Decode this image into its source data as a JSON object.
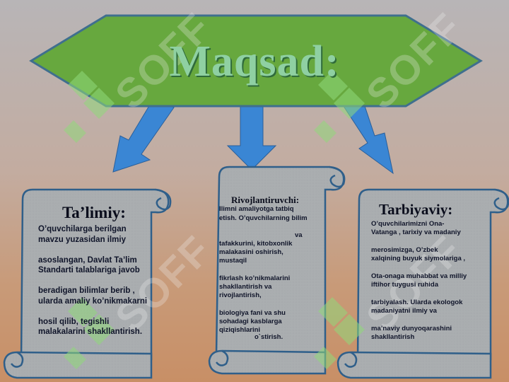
{
  "banner": {
    "title": "Maqsad:"
  },
  "watermark": {
    "text": "SOFF"
  },
  "colors": {
    "banner_fill": "#67a83e",
    "banner_stroke": "#2f5f8a",
    "arrow_fill": "#3a86d4",
    "scroll_fill": "#a9acae",
    "scroll_stroke": "#2f5f8a",
    "watermark": "#8fd87a"
  },
  "scrolls": {
    "left": {
      "title": "Ta’limiy:",
      "body": "O’quvchilarga berilgan\nmavzu yuzasidan ilmiy\n\nasoslangan, Davlat Ta’lim\nStandarti talablariga javob\n\nberadigan bilimlar berib ,\nularda amaliy ko’nikmakarni\n\nhosil qilib, tegishli\nmalakalarini  shakllantirish."
    },
    "middle": {
      "title": "Rivojlantiruvchi:",
      "body_a": "Ilimni amaliyotga tatbiq\netish. O’quvchilarning bilim",
      "body_b": "va",
      "body_c": "tafakkurini, kitobxonlik\nmalakasini oshirish,\nmustaqil\n\nfikrlash ko’nikmalarini\nshakllantirish va\nrivojlantirish,\n\nbiologiya  fani va shu\nsohadagi kasblarga\nqiziqishlarini",
      "body_d": "o`stirish."
    },
    "right": {
      "title": "Tarbiyaviy:",
      "body": "O’quvchilarimizni Ona-\nVatanga , tarixiy va madaniy\n\nmerosimizga, O’zbek\nxalqining buyuk siymolariga ,\n\nOta-onaga muhabbat va milliy\niftihor tuygusi ruhida\n\ntarbiyalash. Ularda ekologok\nmadaniyatni ilmiy va\n\nma’naviy dunyoqarashini\nshakllantirish"
    }
  }
}
